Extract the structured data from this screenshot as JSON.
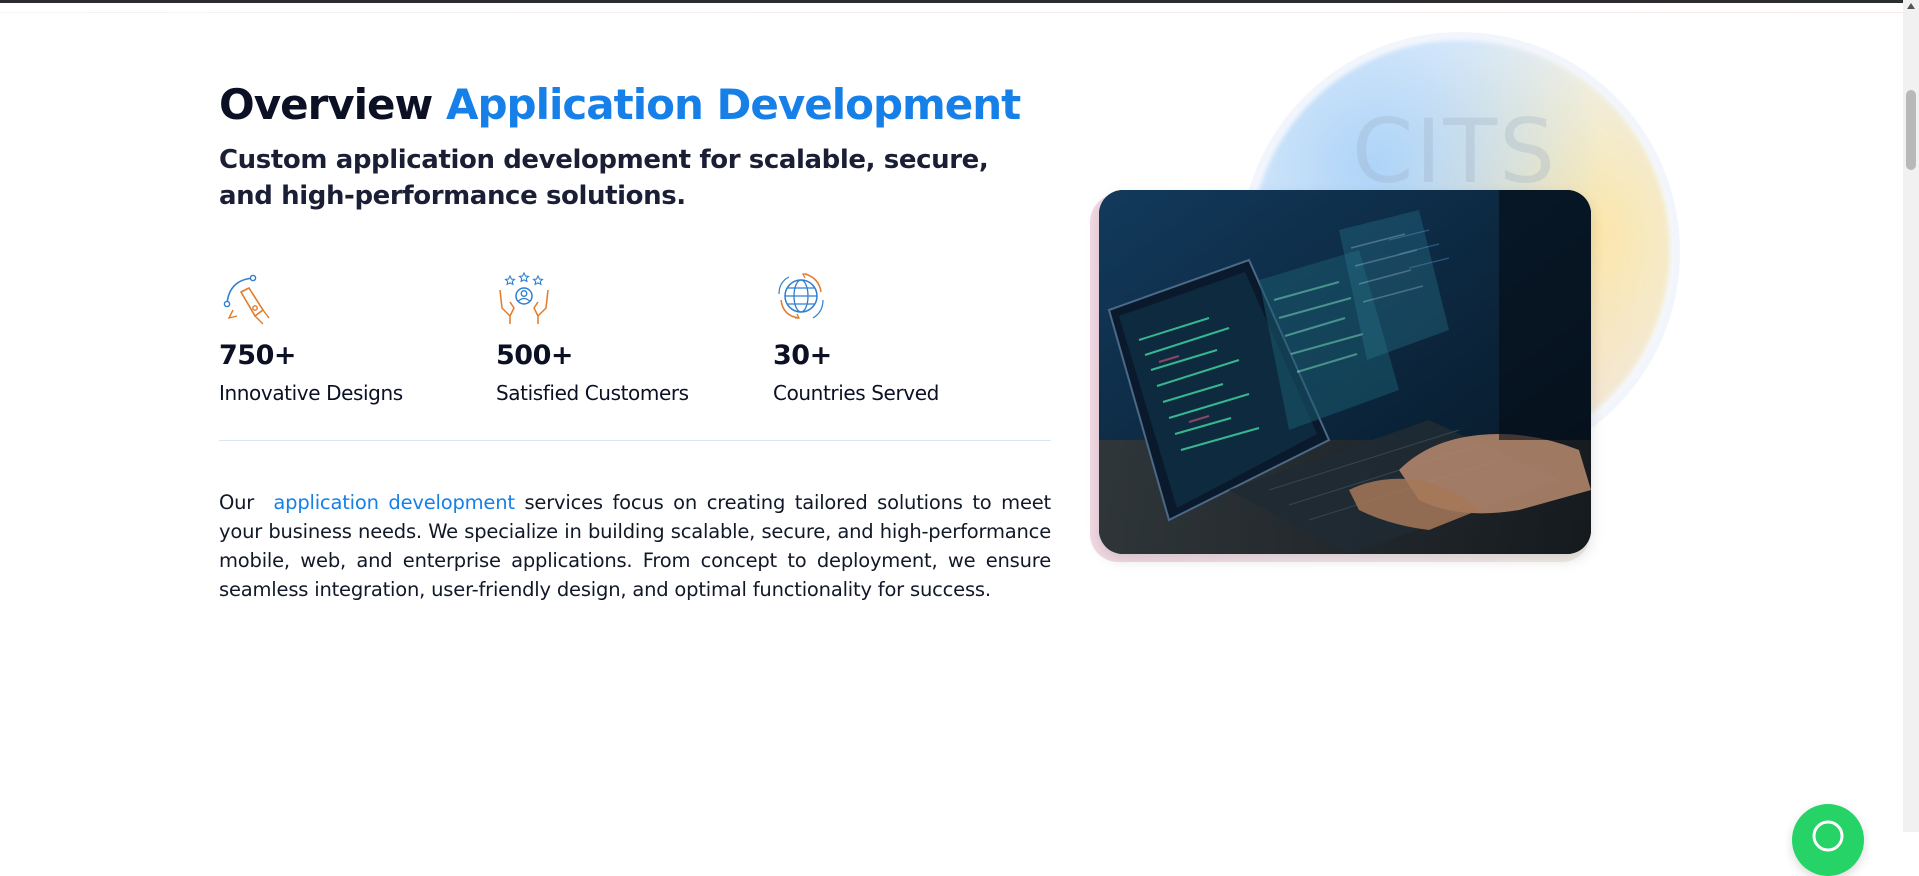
{
  "hero": {
    "title_main": "Overview",
    "title_accent": "Application Development",
    "subtitle": "Custom application development for scalable, secure, and high-performance solutions."
  },
  "stats": [
    {
      "icon": "pen-tool-icon",
      "value": "750+",
      "label": "Innovative Designs"
    },
    {
      "icon": "hands-customer-stars-icon",
      "value": "500+",
      "label": "Satisfied Customers"
    },
    {
      "icon": "globe-icon",
      "value": "30+",
      "label": "Countries Served"
    }
  ],
  "description": {
    "lead": "Our",
    "link_text": "application development",
    "rest": " services focus on creating tailored solutions to meet your business needs. We specialize in building scalable, secure, and high-performance mobile, web, and enterprise applications. From concept to deployment, we ensure seamless integration, user-friendly design, and optimal functionality for success."
  },
  "visual": {
    "watermark": "CITS",
    "image_icon": "laptop-code-photo"
  },
  "colors": {
    "accent": "#1680e8",
    "heading": "#0b1024",
    "icon_orange": "#e07b2b",
    "icon_blue": "#2f7fd0",
    "chat_green": "#25d366"
  },
  "floating": {
    "chat_icon": "whatsapp-icon"
  }
}
